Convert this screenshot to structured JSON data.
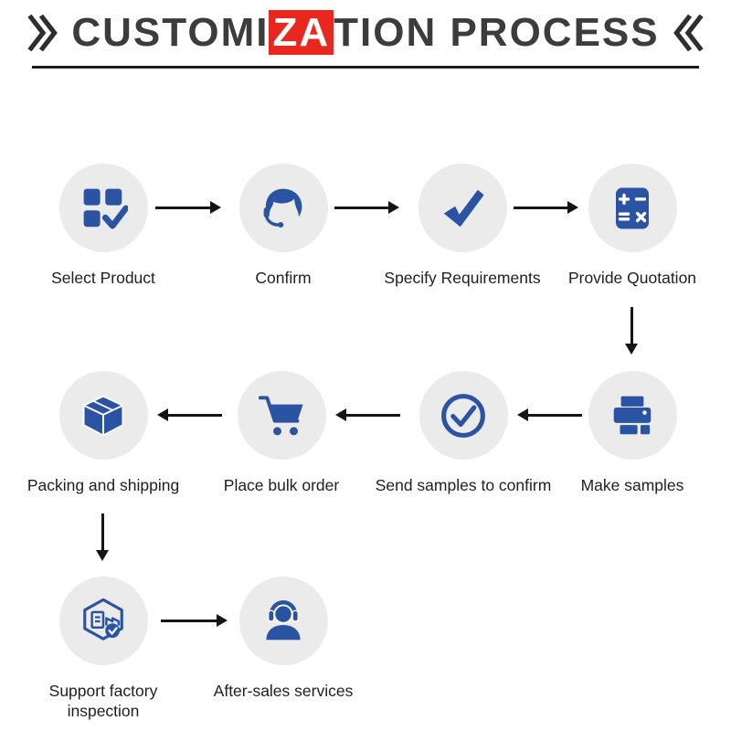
{
  "title": {
    "prefix": "CUSTOMI",
    "highlight": "ZA",
    "suffix": "TION PROCESS",
    "highlight_color": "#e8281e",
    "text_color": "#3c3c3c",
    "left_mark_icon": "double-chevron-right-icon",
    "right_mark_icon": "double-chevron-left-icon"
  },
  "colors": {
    "icon_blue": "#2b53a3",
    "circle_bg": "#ebebeb",
    "arrow_black": "#151515",
    "background": "#ffffff"
  },
  "flow": {
    "rows": [
      {
        "direction": "left-to-right",
        "steps": [
          {
            "label": "Select Product",
            "icon": "product-select-icon"
          },
          {
            "label": "Confirm",
            "icon": "customer-service-icon"
          },
          {
            "label": "Specify Requirements",
            "icon": "checkmark-icon"
          },
          {
            "label": "Provide Quotation",
            "icon": "calculator-icon"
          }
        ]
      },
      {
        "direction": "right-to-left",
        "steps": [
          {
            "label": "Packing and shipping",
            "icon": "package-box-icon"
          },
          {
            "label": "Place bulk order",
            "icon": "shopping-cart-icon"
          },
          {
            "label": "Send samples to confirm",
            "icon": "circle-check-icon"
          },
          {
            "label": "Make samples",
            "icon": "printer-icon"
          }
        ]
      },
      {
        "direction": "left-to-right",
        "steps": [
          {
            "label": "Support factory inspection",
            "icon": "factory-inspection-icon"
          },
          {
            "label": "After-sales services",
            "icon": "headset-agent-icon"
          }
        ]
      }
    ]
  }
}
